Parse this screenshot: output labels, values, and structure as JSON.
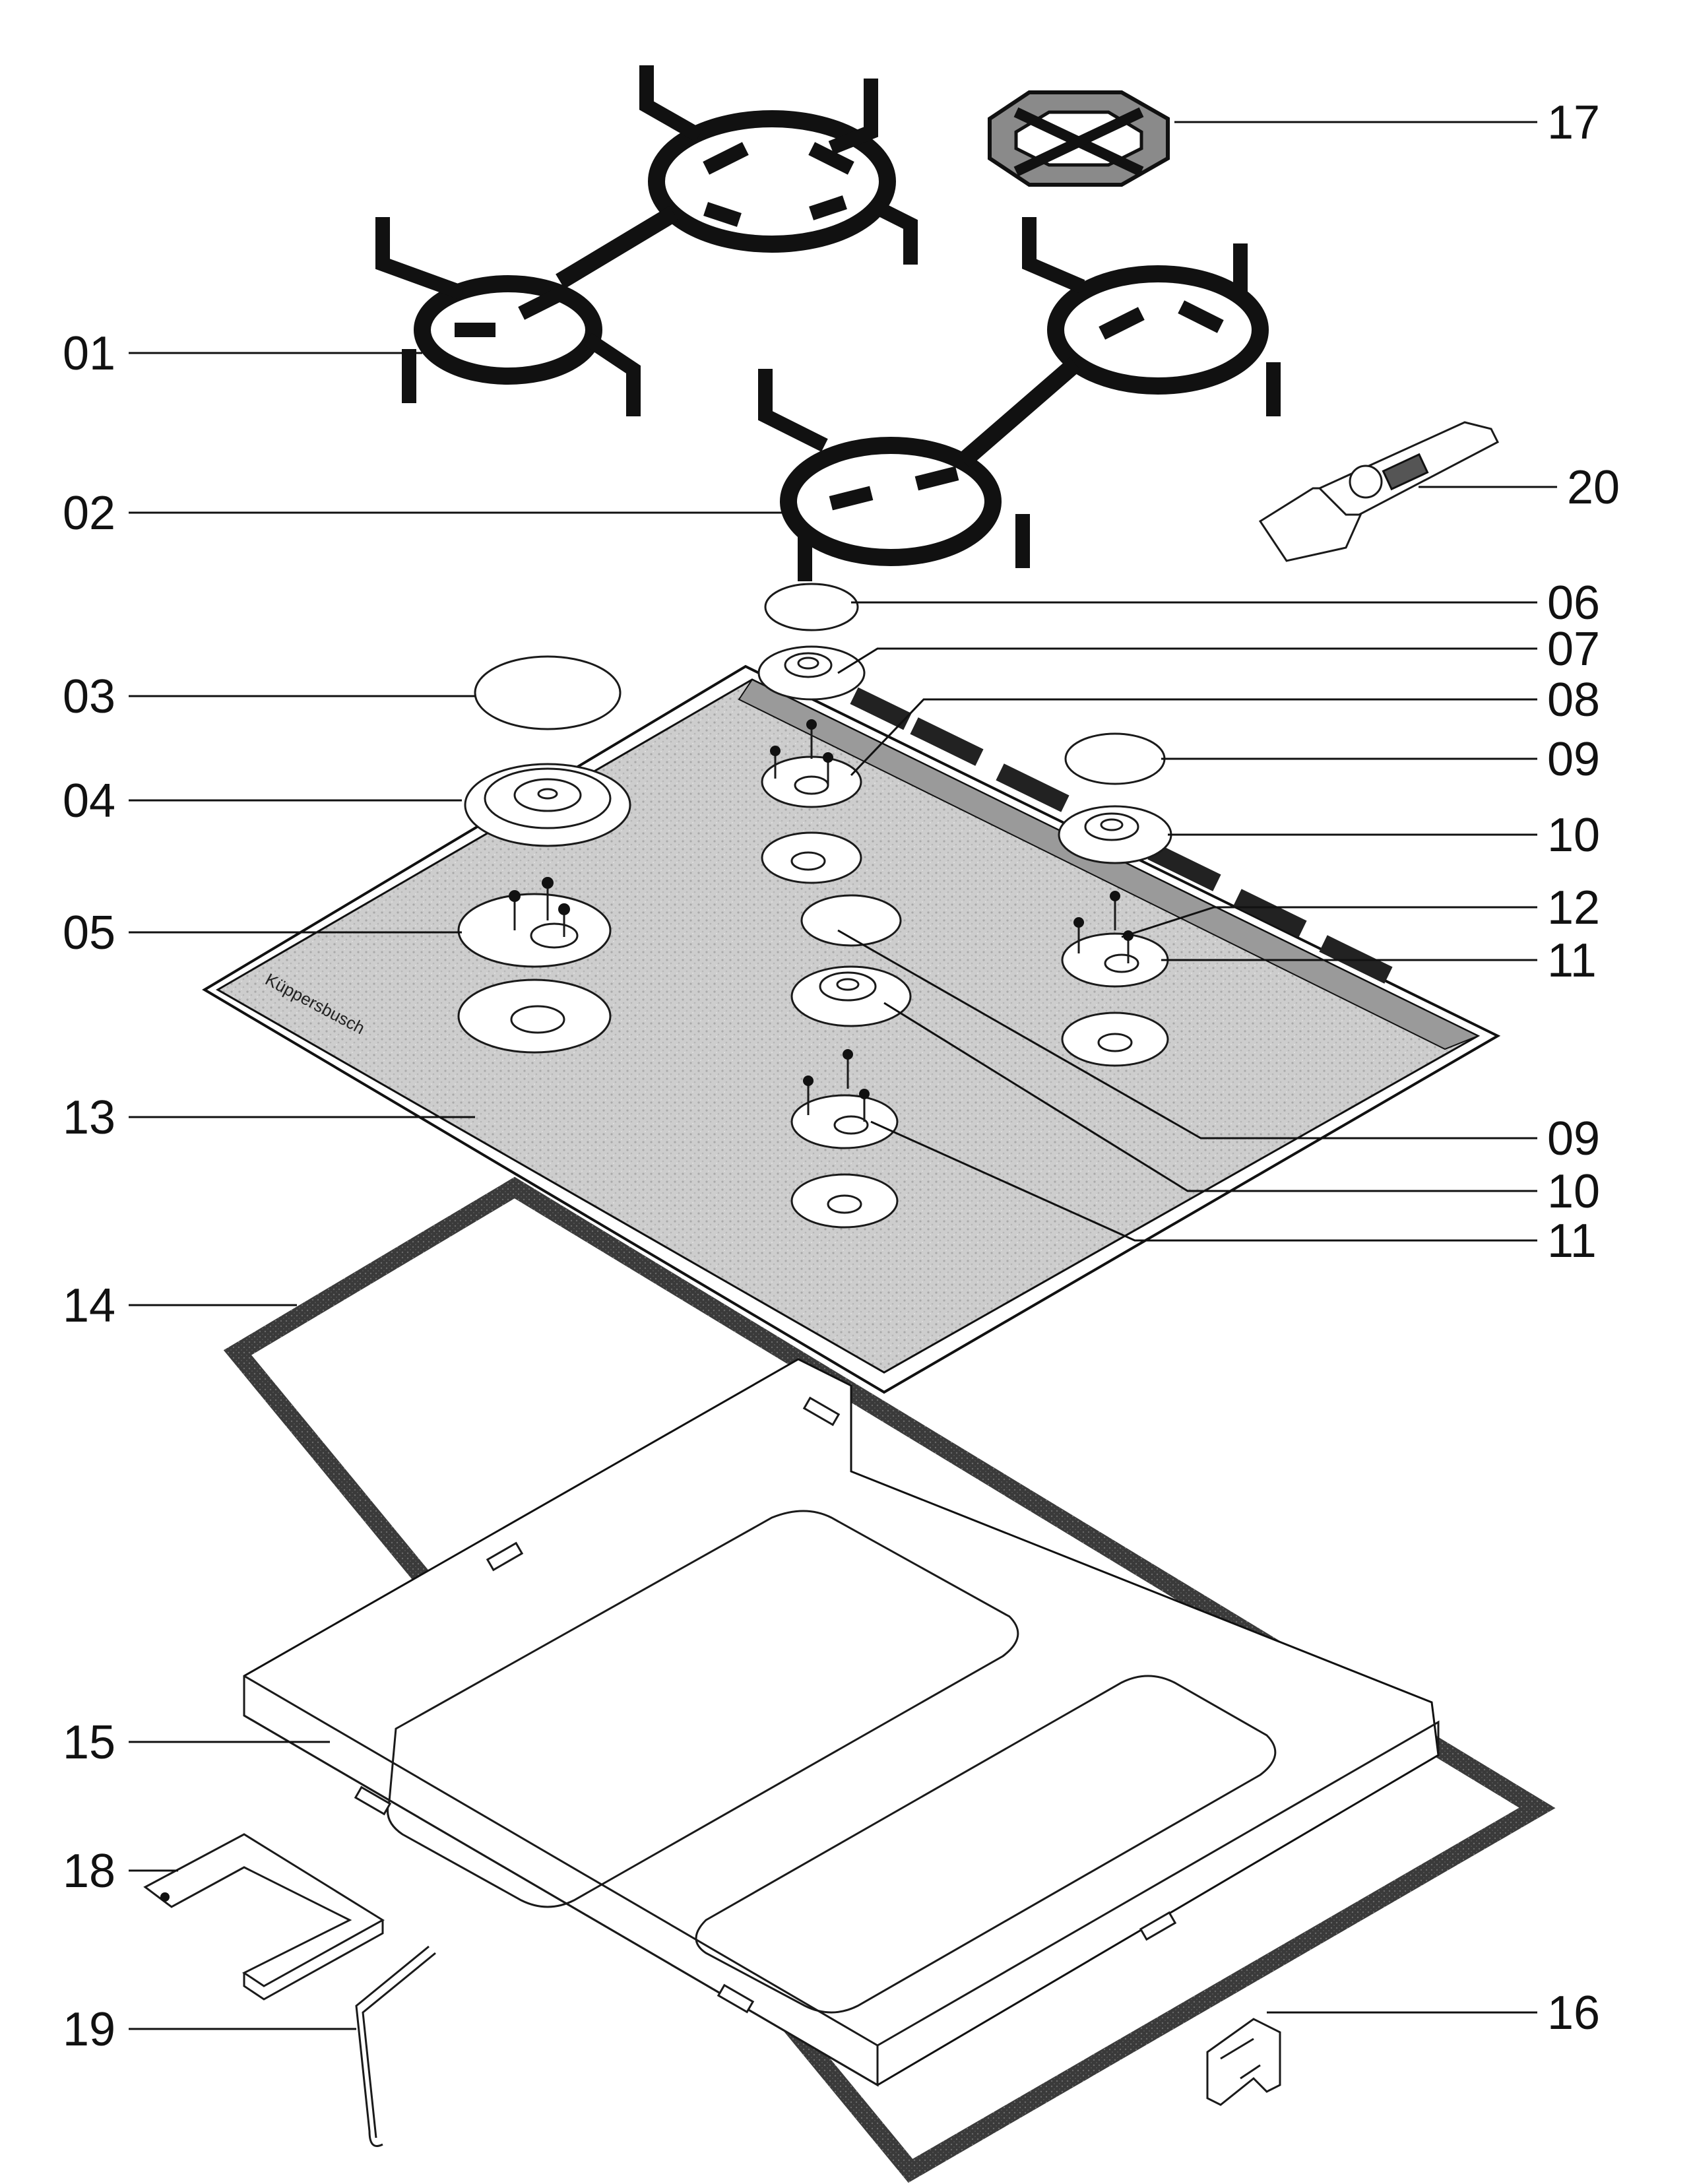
{
  "callouts": {
    "c01": "01",
    "c02": "02",
    "c03": "03",
    "c04": "04",
    "c05": "05",
    "c06": "06",
    "c07": "07",
    "c08": "08",
    "c09a": "09",
    "c09b": "09",
    "c10a": "10",
    "c10b": "10",
    "c11a": "11",
    "c11b": "11",
    "c12": "12",
    "c13": "13",
    "c14": "14",
    "c15": "15",
    "c16": "16",
    "c17": "17",
    "c18": "18",
    "c19": "19",
    "c20": "20"
  },
  "brand_mark": "Küppersbusch",
  "colors": {
    "ink": "#111111",
    "glass": "#cfcfcf",
    "glass_dark": "#9a9a9a",
    "gasket": "#4a4a4a",
    "paper": "#ffffff"
  }
}
